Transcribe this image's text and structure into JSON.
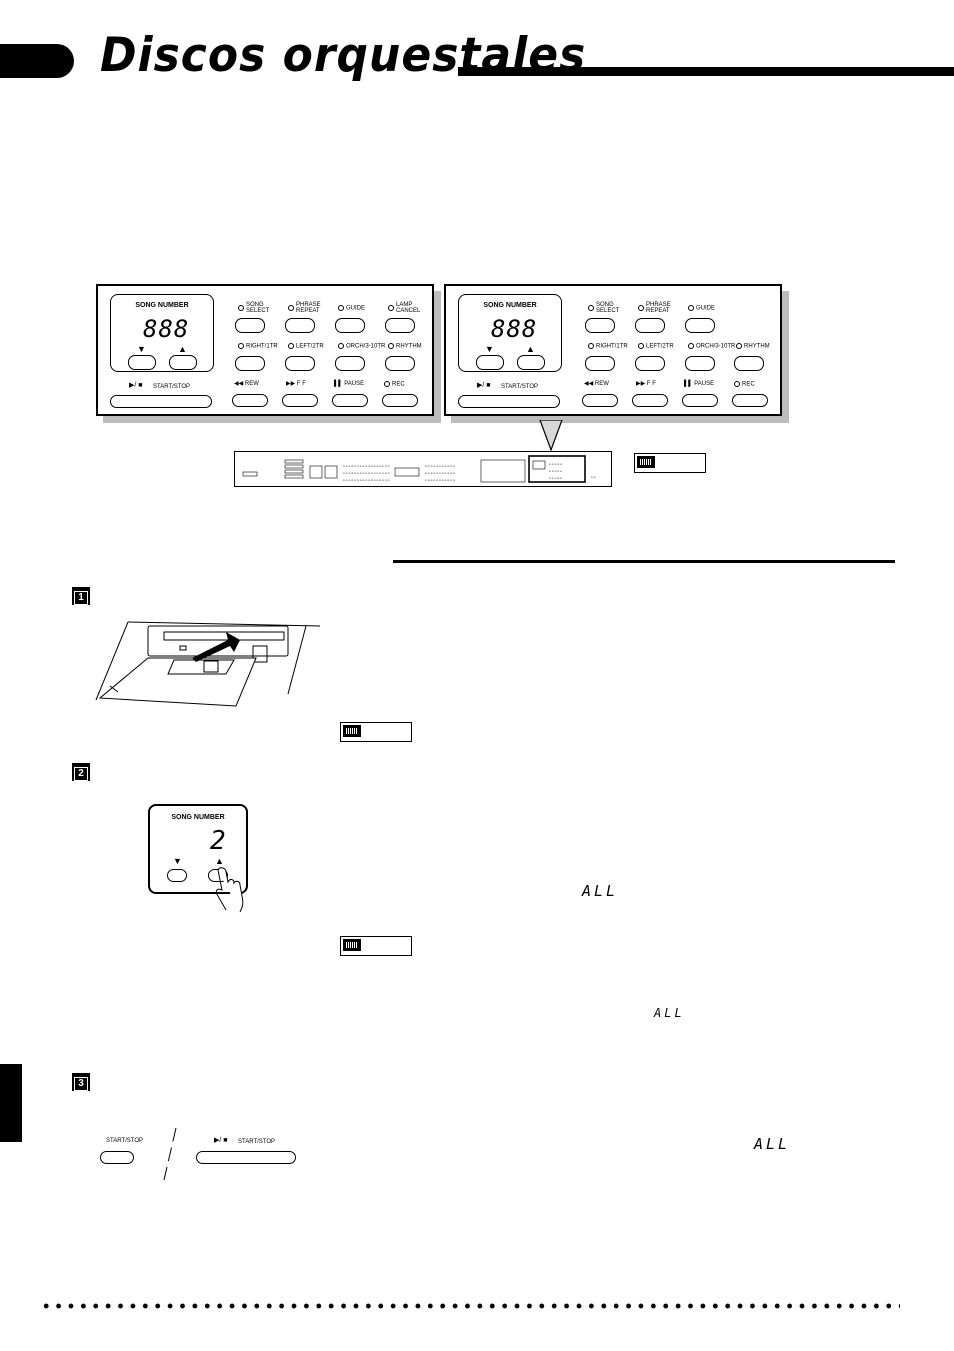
{
  "header": {
    "title": "Discos orquestales"
  },
  "panel": {
    "song_number_label": "SONG NUMBER",
    "display_digits": "888",
    "down_arrow": "▼",
    "up_arrow": "▲",
    "play_stop_symbol": "▶/ ■",
    "start_stop_label": "START/STOP",
    "song_select": "SONG SELECT",
    "phrase_repeat": "PHRASE REPEAT",
    "guide": "GUIDE",
    "lamp_cancel": "LAMP CANCEL",
    "right_1tr": "RIGHT/1TR",
    "left_2tr": "LEFT/2TR",
    "orch_3_10tr": "ORCH/3-10TR",
    "rhythm": "RHYTHM",
    "rew_symbol": "◀◀",
    "rew": "REW",
    "ff_symbol": "▶▶",
    "ff": "F F",
    "pause_symbol": "▌▌",
    "pause": "PAUSE",
    "rec": "REC"
  },
  "steps": {
    "one": "1",
    "two": "2",
    "three": "3"
  },
  "step2_display": {
    "label": "SONG NUMBER",
    "digit": "2",
    "down_arrow": "▼",
    "up_arrow": "▲"
  },
  "step3": {
    "start_stop_small": "START/STOP",
    "play_stop_symbol": "▶/ ■",
    "start_stop_long": "START/STOP"
  },
  "lcd_all": "ALL"
}
